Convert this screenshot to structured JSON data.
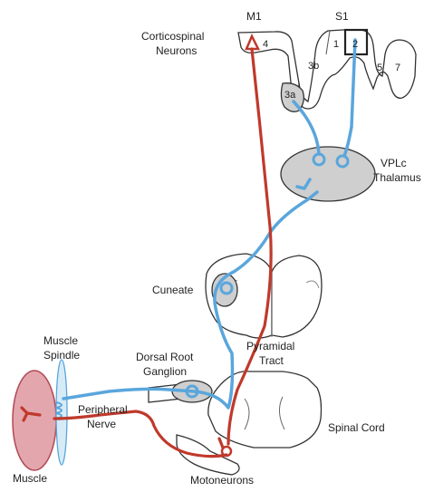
{
  "labels": {
    "m1": "M1",
    "s1": "S1",
    "corticospinal_1": "Corticospinal",
    "corticospinal_2": "Neurons",
    "area_4": "4",
    "area_1": "1",
    "area_2": "2",
    "area_3b": "3b",
    "area_3a": "3a",
    "area_5": "5",
    "area_7": "7",
    "vplc_1": "VPLc",
    "vplc_2": "Thalamus",
    "cuneate": "Cuneate",
    "muscle_spindle_1": "Muscle",
    "muscle_spindle_2": "Spindle",
    "drg_1": "Dorsal Root",
    "drg_2": "Ganglion",
    "pyramidal_1": "Pyramidal",
    "pyramidal_2": "Tract",
    "peripheral_1": "Peripheral",
    "peripheral_2": "Nerve",
    "spinal_cord": "Spinal Cord",
    "muscle": "Muscle",
    "motoneurons": "Motoneurons"
  },
  "colors": {
    "sensory_pathway": "#5aa6dc",
    "motor_pathway": "#c0392b",
    "muscle_fill": "#e3a6ad",
    "muscle_stroke": "#b04a55",
    "spindle_fill": "#d7ebf7",
    "nucleus_fill": "#cfcfcf"
  }
}
